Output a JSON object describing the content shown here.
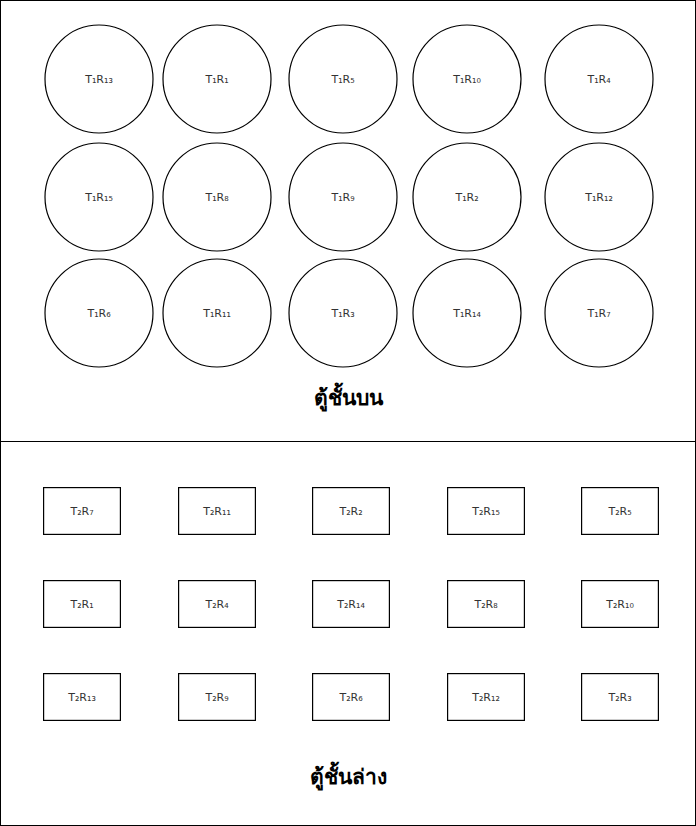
{
  "diagram": {
    "nodes": [
      {
        "text": [
          "ตู้ชั้นบน"
        ]
      },
      {
        "text": [
          "T₁R₁₃"
        ],
        "in": 0
      },
      {
        "text": [
          "T₁R₁"
        ],
        "in": 0
      },
      {
        "text": [
          "T₁R₅"
        ],
        "in": 0
      },
      {
        "text": [
          "T₁R₁₀"
        ],
        "in": 0
      },
      {
        "text": [
          "T₁R₄"
        ],
        "in": 0
      },
      {
        "text": [
          "T₁R₁₅"
        ],
        "in": 0
      },
      {
        "text": [
          "T₁R₈"
        ],
        "in": 0
      },
      {
        "text": [
          "T₁R₉"
        ],
        "in": 0
      },
      {
        "text": [
          "T₁R₂"
        ],
        "in": 0
      },
      {
        "text": [
          "T₁R₁₂"
        ],
        "in": 0
      },
      {
        "text": [
          "T₁R₆"
        ],
        "in": 0
      },
      {
        "text": [
          "T₁R₁₁"
        ],
        "in": 0
      },
      {
        "text": [
          "T₁R₃"
        ],
        "in": 0
      },
      {
        "text": [
          "T₁R₁₄"
        ],
        "in": 0
      },
      {
        "text": [
          "T₁R₇"
        ],
        "in": 0
      },
      {
        "text": [
          "ตู้ชั้นล่าง"
        ]
      },
      {
        "text": [
          "T₂R₇"
        ],
        "in": 16
      },
      {
        "text": [
          "T₂R₁₁"
        ],
        "in": 16
      },
      {
        "text": [
          "T₂R₂"
        ],
        "in": 16
      },
      {
        "text": [
          "T₂R₁₅"
        ],
        "in": 16
      },
      {
        "text": [
          "T₂R₅"
        ],
        "in": 16
      },
      {
        "text": [
          "T₂R₁"
        ],
        "in": 16
      },
      {
        "text": [
          "T₂R₄"
        ],
        "in": 16
      },
      {
        "text": [
          "T₂R₁₄"
        ],
        "in": 16
      },
      {
        "text": [
          "T₂R₈"
        ],
        "in": 16
      },
      {
        "text": [
          "T₂R₁₀"
        ],
        "in": 16
      },
      {
        "text": [
          "T₂R₁₃"
        ],
        "in": 16
      },
      {
        "text": [
          "T₂R₉"
        ],
        "in": 16
      },
      {
        "text": [
          "T₂R₆"
        ],
        "in": 16
      },
      {
        "text": [
          "T₂R₁₂"
        ],
        "in": 16
      },
      {
        "text": [
          "T₂R₃"
        ],
        "in": 16
      }
    ]
  }
}
